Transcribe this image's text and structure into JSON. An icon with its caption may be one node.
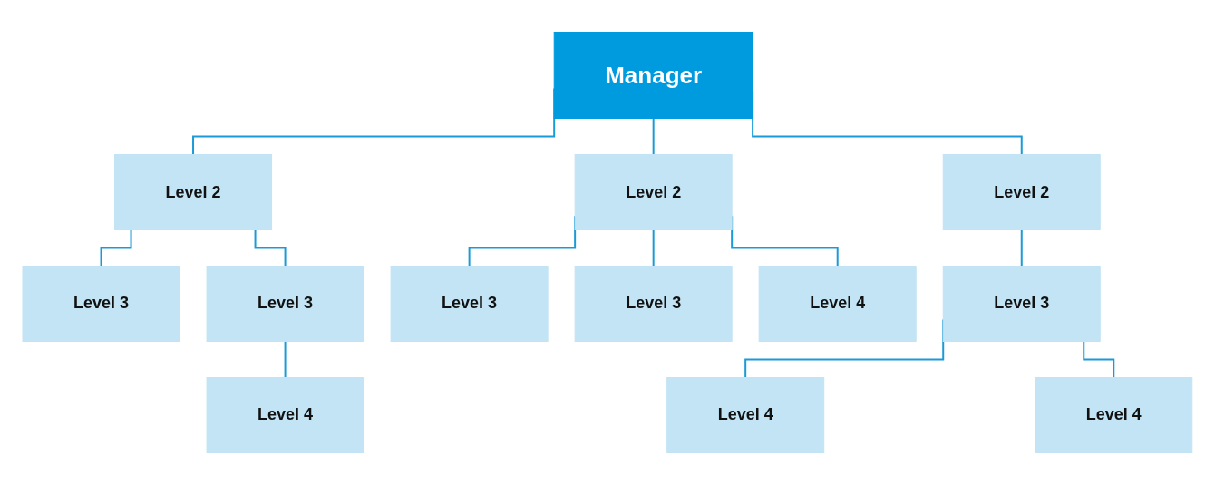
{
  "diagram": {
    "nodes": [
      {
        "text": [
          "Manager"
        ]
      },
      {
        "text": [
          "Level 2"
        ]
      },
      {
        "text": [
          "Level 3"
        ]
      },
      {
        "text": [
          "Level 3"
        ]
      },
      {
        "text": [
          "Level 4"
        ]
      },
      {
        "text": [
          "Level 2"
        ]
      },
      {
        "text": [
          "Level 3"
        ]
      },
      {
        "text": [
          "Level 3"
        ]
      },
      {
        "text": [
          "Level 4"
        ]
      },
      {
        "text": [
          "Level 2"
        ]
      },
      {
        "text": [
          "Level 3"
        ]
      },
      {
        "text": [
          "Level 4"
        ]
      },
      {
        "text": [
          "Level 4"
        ]
      }
    ],
    "edges": [
      {
        "from": 0,
        "to": 1,
        "arrow": "none"
      },
      {
        "from": 0,
        "to": 5,
        "arrow": "none"
      },
      {
        "from": 0,
        "to": 9,
        "arrow": "none"
      },
      {
        "from": 1,
        "to": 2,
        "arrow": "none"
      },
      {
        "from": 1,
        "to": 3,
        "arrow": "none"
      },
      {
        "from": 3,
        "to": 4,
        "arrow": "none"
      },
      {
        "from": 5,
        "to": 6,
        "arrow": "none"
      },
      {
        "from": 5,
        "to": 8,
        "arrow": "none"
      },
      {
        "from": 5,
        "to": 7,
        "arrow": "none"
      },
      {
        "from": 9,
        "to": 10,
        "arrow": "none"
      },
      {
        "from": 10,
        "to": 11,
        "arrow": "none"
      },
      {
        "from": 10,
        "to": 12,
        "arrow": "none"
      }
    ]
  }
}
